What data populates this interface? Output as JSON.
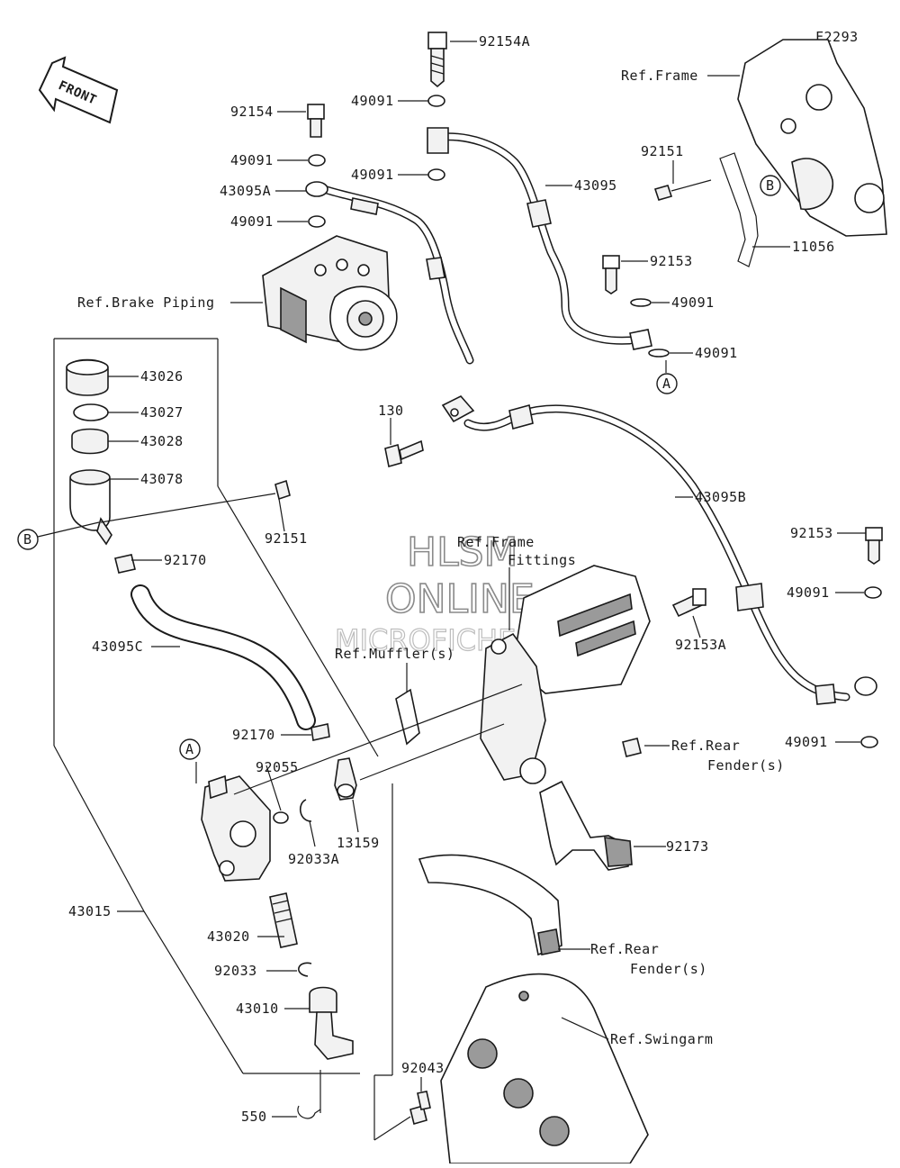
{
  "diagram": {
    "code": "F2293",
    "front_label": "FRONT",
    "watermark": {
      "line1": "HLSM",
      "line2": "ONLINE",
      "line3": "MICROFICHE"
    },
    "callouts": {
      "A": "A",
      "B": "B"
    },
    "labels": {
      "p92154A": "92154A",
      "p49091_a": "49091",
      "p92154": "92154",
      "p49091_b": "49091",
      "p49091_c": "49091",
      "p43095A": "43095A",
      "p49091_d": "49091",
      "p43095": "43095",
      "refFrame": "Ref.Frame",
      "p92151_a": "92151",
      "p11056": "11056",
      "p92153_a": "92153",
      "p49091_e": "49091",
      "p49091_f": "49091",
      "refBrakePiping": "Ref.Brake Piping",
      "p43026": "43026",
      "p43027": "43027",
      "p43028": "43028",
      "p43078": "43078",
      "p130": "130",
      "p43095B": "43095B",
      "p92151_b": "92151",
      "p92170_a": "92170",
      "p92153_b": "92153",
      "p49091_g": "49091",
      "refFrameFittings_1": "Ref.Frame",
      "refFrameFittings_2": "Fittings",
      "p92153A": "92153A",
      "p43095C": "43095C",
      "refMuffler": "Ref.Muffler(s)",
      "p92170_b": "92170",
      "p92055": "92055",
      "p49091_h": "49091",
      "refRearFender1_1": "Ref.Rear",
      "refRearFender1_2": "Fender(s)",
      "p92033A": "92033A",
      "p13159": "13159",
      "p92173": "92173",
      "p43015": "43015",
      "p43020": "43020",
      "refRearFender2_1": "Ref.Rear",
      "refRearFender2_2": "Fender(s)",
      "p92033": "92033",
      "p43010": "43010",
      "refSwingarm": "Ref.Swingarm",
      "p92043": "92043",
      "p550": "550"
    }
  }
}
